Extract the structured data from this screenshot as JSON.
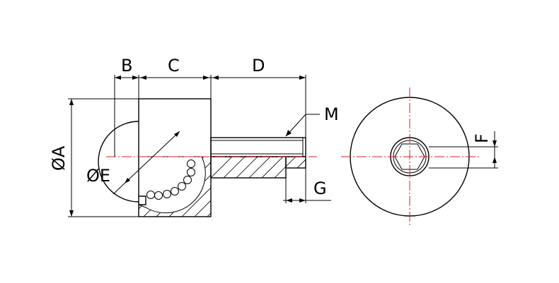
{
  "drawing": {
    "labels": {
      "a": "ØA",
      "b": "B",
      "c": "C",
      "d": "D",
      "e": "ØE",
      "f": "F",
      "g": "G",
      "m": "M"
    },
    "colors": {
      "outline": "#000000",
      "centerline": "#d42020",
      "background": "#ffffff"
    }
  }
}
